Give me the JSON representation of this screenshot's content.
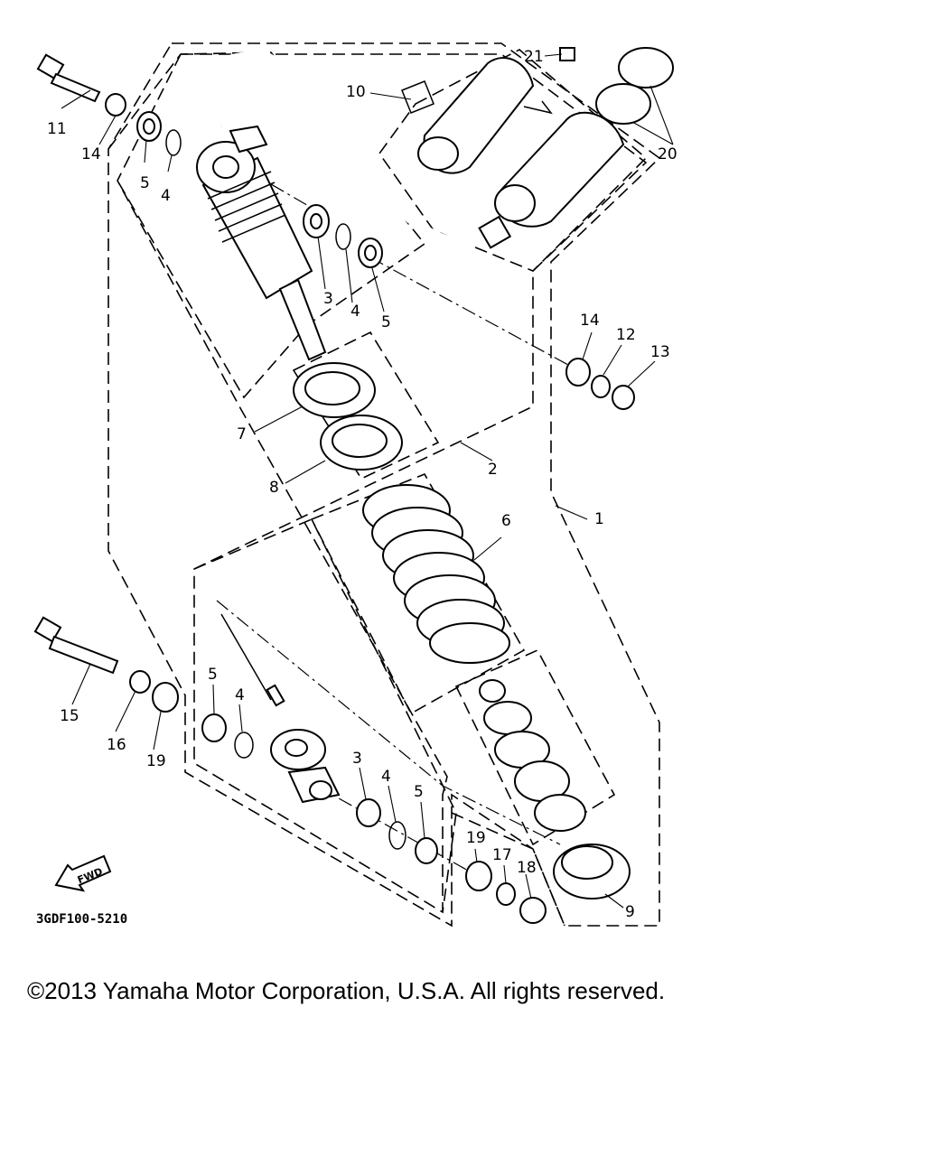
{
  "diagram": {
    "part_code": "3GDF100-5210",
    "fwd_label": "FWD",
    "callouts": [
      {
        "id": "c1",
        "text": "1"
      },
      {
        "id": "c2",
        "text": "2"
      },
      {
        "id": "c3a",
        "text": "3"
      },
      {
        "id": "c3b",
        "text": "3"
      },
      {
        "id": "c4a",
        "text": "4"
      },
      {
        "id": "c4b",
        "text": "4"
      },
      {
        "id": "c4c",
        "text": "4"
      },
      {
        "id": "c4d",
        "text": "4"
      },
      {
        "id": "c5a",
        "text": "5"
      },
      {
        "id": "c5b",
        "text": "5"
      },
      {
        "id": "c5c",
        "text": "5"
      },
      {
        "id": "c5d",
        "text": "5"
      },
      {
        "id": "c6",
        "text": "6"
      },
      {
        "id": "c7",
        "text": "7"
      },
      {
        "id": "c8",
        "text": "8"
      },
      {
        "id": "c9",
        "text": "9"
      },
      {
        "id": "c10",
        "text": "10"
      },
      {
        "id": "c11",
        "text": "11"
      },
      {
        "id": "c12",
        "text": "12"
      },
      {
        "id": "c13",
        "text": "13"
      },
      {
        "id": "c14a",
        "text": "14"
      },
      {
        "id": "c14b",
        "text": "14"
      },
      {
        "id": "c15",
        "text": "15"
      },
      {
        "id": "c16",
        "text": "16"
      },
      {
        "id": "c17",
        "text": "17"
      },
      {
        "id": "c18",
        "text": "18"
      },
      {
        "id": "c19a",
        "text": "19"
      },
      {
        "id": "c19b",
        "text": "19"
      },
      {
        "id": "c20",
        "text": "20"
      },
      {
        "id": "c21",
        "text": "21"
      }
    ]
  },
  "footer": {
    "copyright": "©2013 Yamaha Motor Corporation, U.S.A. All rights reserved."
  }
}
